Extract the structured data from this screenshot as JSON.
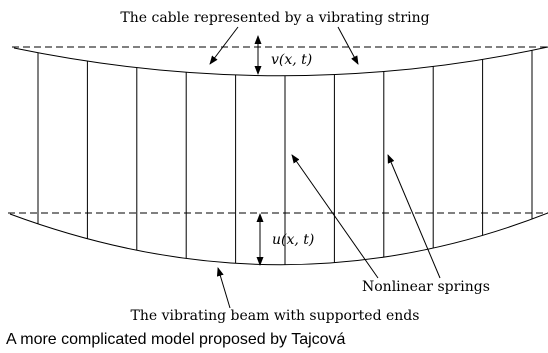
{
  "labels": {
    "cable_title": "The cable represented by a vibrating string",
    "v_label": "v(x, t)",
    "u_label": "u(x, t)",
    "springs_label": "Nonlinear springs",
    "beam_title": "The vibrating beam with supported ends",
    "caption": "A more complicated model proposed by Tajcová"
  },
  "structure": {
    "hanger_count": 11,
    "cable_style": "curved string, dashed rest line",
    "beam_style": "curved beam, dashed rest line"
  },
  "colors": {
    "ink": "#000000",
    "background": "#ffffff"
  }
}
